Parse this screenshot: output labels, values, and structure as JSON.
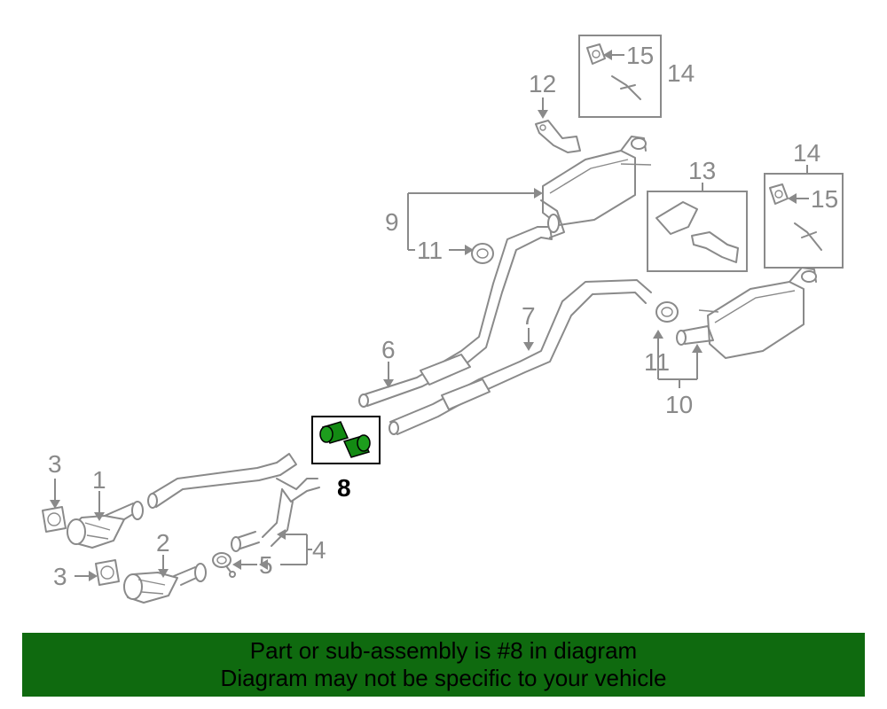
{
  "diagram": {
    "highlight_color": "#138a13",
    "highlighted_callout": "8",
    "callouts": {
      "c1": "1",
      "c2": "2",
      "c3a": "3",
      "c3b": "3",
      "c4": "4",
      "c5": "5",
      "c6": "6",
      "c7": "7",
      "c8": "8",
      "c9": "9",
      "c10": "10",
      "c11a": "11",
      "c11b": "11",
      "c12": "12",
      "c13": "13",
      "c14a": "14",
      "c14b": "14",
      "c15a": "15",
      "c15b": "15"
    }
  },
  "banner": {
    "line1": "Part or sub-assembly is #8 in diagram",
    "line2": "Diagram may not be specific to your vehicle",
    "background": "#0f6a0f"
  }
}
